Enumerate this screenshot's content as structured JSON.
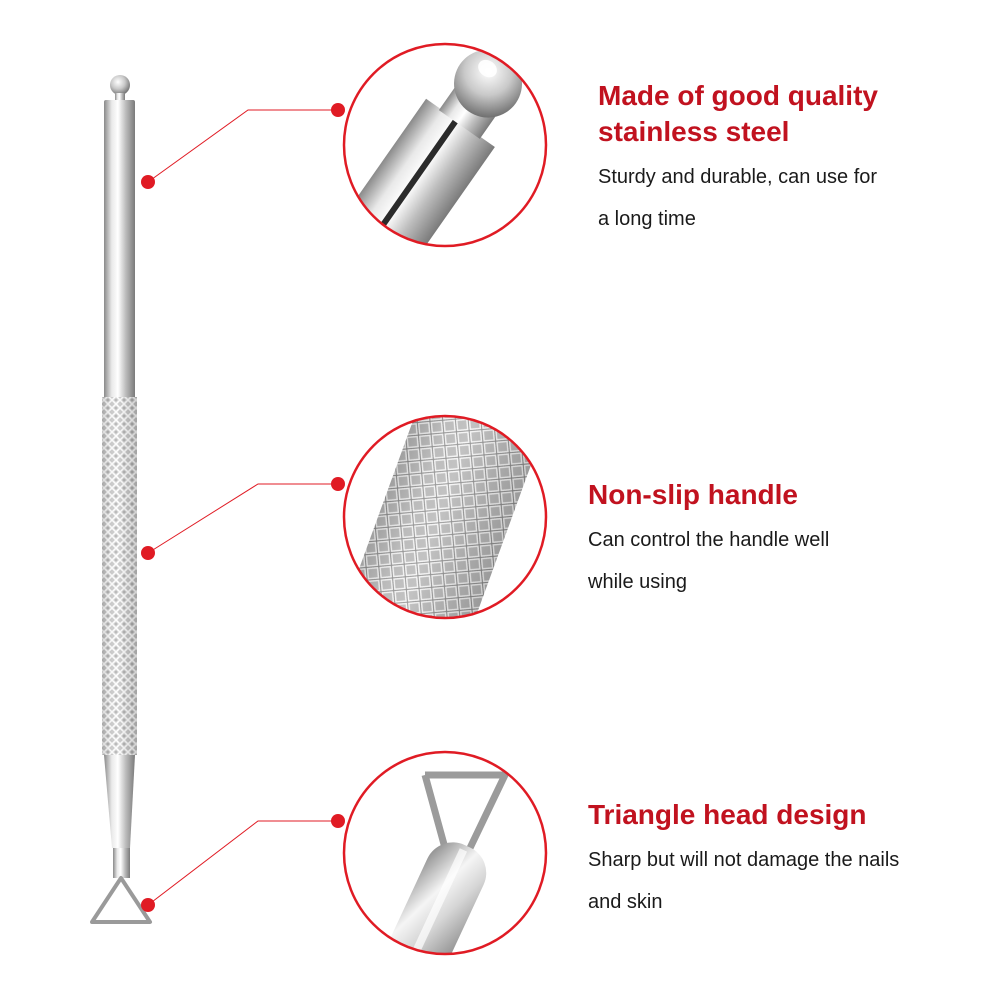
{
  "colors": {
    "accent": "#c1121f",
    "ring": "#e01b24",
    "steel_light": "#f2f2f2",
    "steel_mid": "#c4c4c4",
    "steel_dark": "#6e6e6e"
  },
  "features": [
    {
      "title_lines": [
        "Made of good quality",
        "stainless steel"
      ],
      "desc_lines": [
        "Sturdy and durable, can use for",
        "a long time"
      ]
    },
    {
      "title_lines": [
        "Non-slip handle"
      ],
      "desc_lines": [
        "Can control the handle well",
        "while using"
      ]
    },
    {
      "title_lines": [
        "Triangle head design"
      ],
      "desc_lines": [
        "Sharp but will not damage the nails",
        "and skin"
      ]
    }
  ]
}
